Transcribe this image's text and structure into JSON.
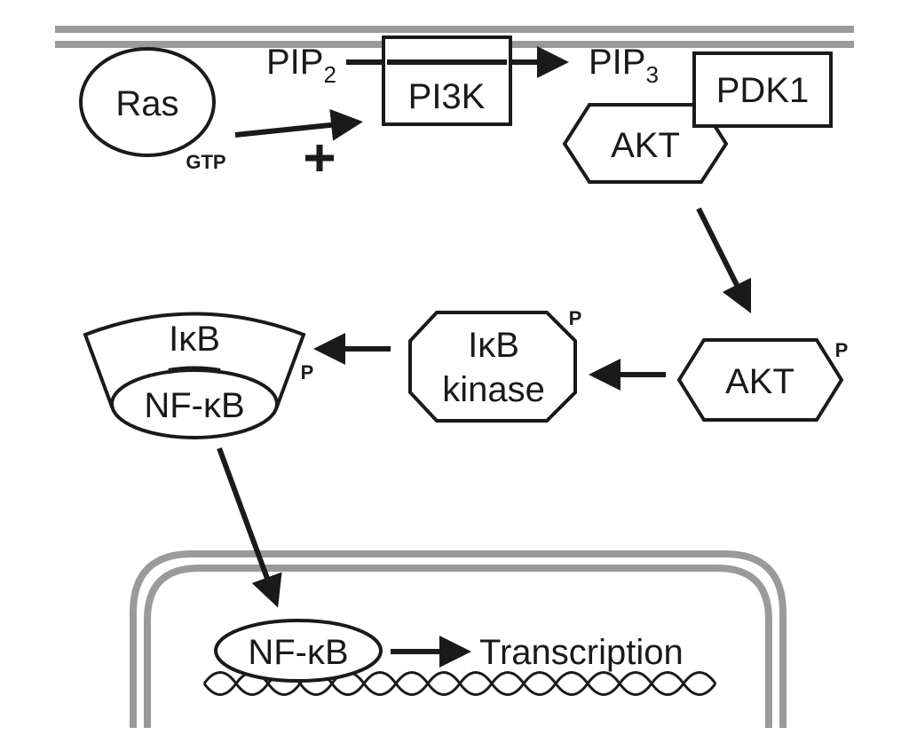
{
  "labels": {
    "ras": "Ras",
    "gtp": "GTP",
    "plus": "+",
    "pip2": "PIP",
    "pip2_sub": "2",
    "pi3k": "PI3K",
    "pip3": "PIP",
    "pip3_sub": "3",
    "pdk1": "PDK1",
    "akt_top": "AKT",
    "akt_p": "AKT",
    "akt_p_phos": "P",
    "ikb_kinase_line1": "IκB",
    "ikb_kinase_line2": "kinase",
    "ikb_kinase_phos": "P",
    "ikb": "IκB",
    "nfkb_complex": "NF-κB",
    "complex_phos": "P",
    "nfkb_nucleus": "NF-κB",
    "transcription": "Transcription"
  },
  "colors": {
    "ink": "#1a1a1a",
    "membrane": "#9a9a9a",
    "background": "#ffffff"
  }
}
